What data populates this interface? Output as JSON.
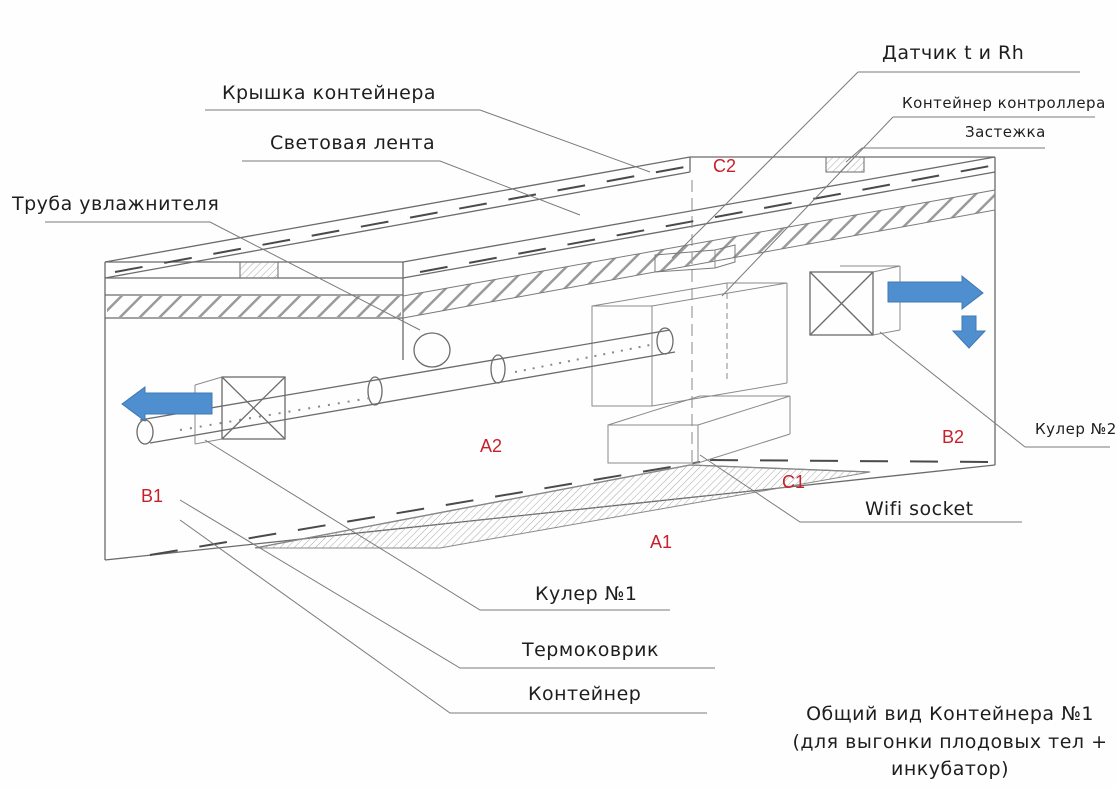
{
  "labels": {
    "sensor": "Датчик t и Rh",
    "lid": "Крышка контейнера",
    "controller_box": "Контейнер контроллера",
    "clasp": "Застежка",
    "light_strip": "Световая лента",
    "humidifier_pipe": "Труба увлажнителя",
    "cooler2": "Кулер №2",
    "wifi_socket": "Wifi socket",
    "cooler1": "Кулер №1",
    "heat_mat": "Термоковрик",
    "container": "Контейнер"
  },
  "zones": {
    "a1": "A1",
    "a2": "A2",
    "b1": "B1",
    "b2": "B2",
    "c1": "C1",
    "c2": "C2"
  },
  "caption": {
    "line1": "Общий вид Контейнера №1",
    "line2": "(для выгонки плодовых тел +",
    "line3": "инкубатор)"
  },
  "colors": {
    "zone_label": "#c8202a",
    "airflow_arrow": "#4f8fd0"
  }
}
